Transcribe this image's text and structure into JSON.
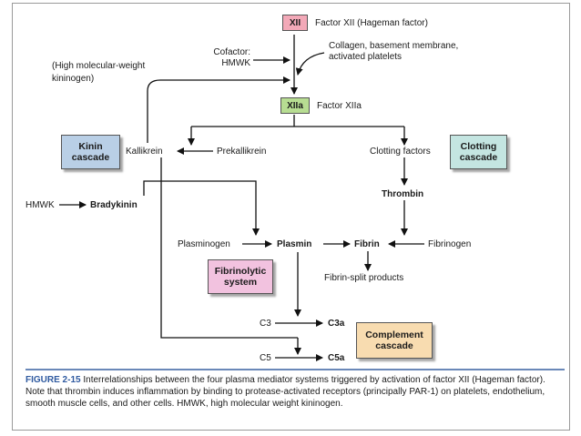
{
  "diagram": {
    "hmwk_note": [
      "(High molecular-weight",
      "kininogen)"
    ],
    "factor_xii": {
      "code": "XII",
      "label": "Factor XII (Hageman factor)",
      "color": "#f3a9b8"
    },
    "cofactor": [
      "Cofactor:",
      "HMWK"
    ],
    "collagen": [
      "Collagen, basement membrane,",
      "activated platelets"
    ],
    "factor_xiia": {
      "code": "XIIa",
      "label": "Factor XIIa",
      "color": "#b7dd92"
    },
    "kinin_box": {
      "lines": [
        "Kinin",
        "cascade"
      ],
      "color": "#b9cfe6"
    },
    "clotting_box": {
      "lines": [
        "Clotting",
        "cascade"
      ],
      "color": "#c4e5e1"
    },
    "fibrinolytic_box": {
      "lines": [
        "Fibrinolytic",
        "system"
      ],
      "color": "#f2c2df"
    },
    "complement_box": {
      "lines": [
        "Complement",
        "cascade"
      ],
      "color": "#f8dcb0"
    },
    "kallikrein": "Kallikrein",
    "prekallikrein": "Prekallikrein",
    "clotting_factors": "Clotting factors",
    "thrombin": "Thrombin",
    "hmwk": "HMWK",
    "bradykinin": "Bradykinin",
    "plasminogen": "Plasminogen",
    "plasmin": "Plasmin",
    "fibrin": "Fibrin",
    "fibrinogen": "Fibrinogen",
    "fibrin_split": "Fibrin-split products",
    "c3": "C3",
    "c3a": "C3a",
    "c5": "C5",
    "c5a": "C5a"
  },
  "caption": {
    "label": "FIGURE 2-15",
    "text": " Interrelationships between the four plasma mediator systems triggered by activation of factor XII (Hageman factor). Note that thrombin induces inflammation by binding to protease-activated receptors (principally PAR-1) on platelets, endothelium, smooth muscle cells, and other cells. HMWK, high molecular weight kininogen."
  }
}
